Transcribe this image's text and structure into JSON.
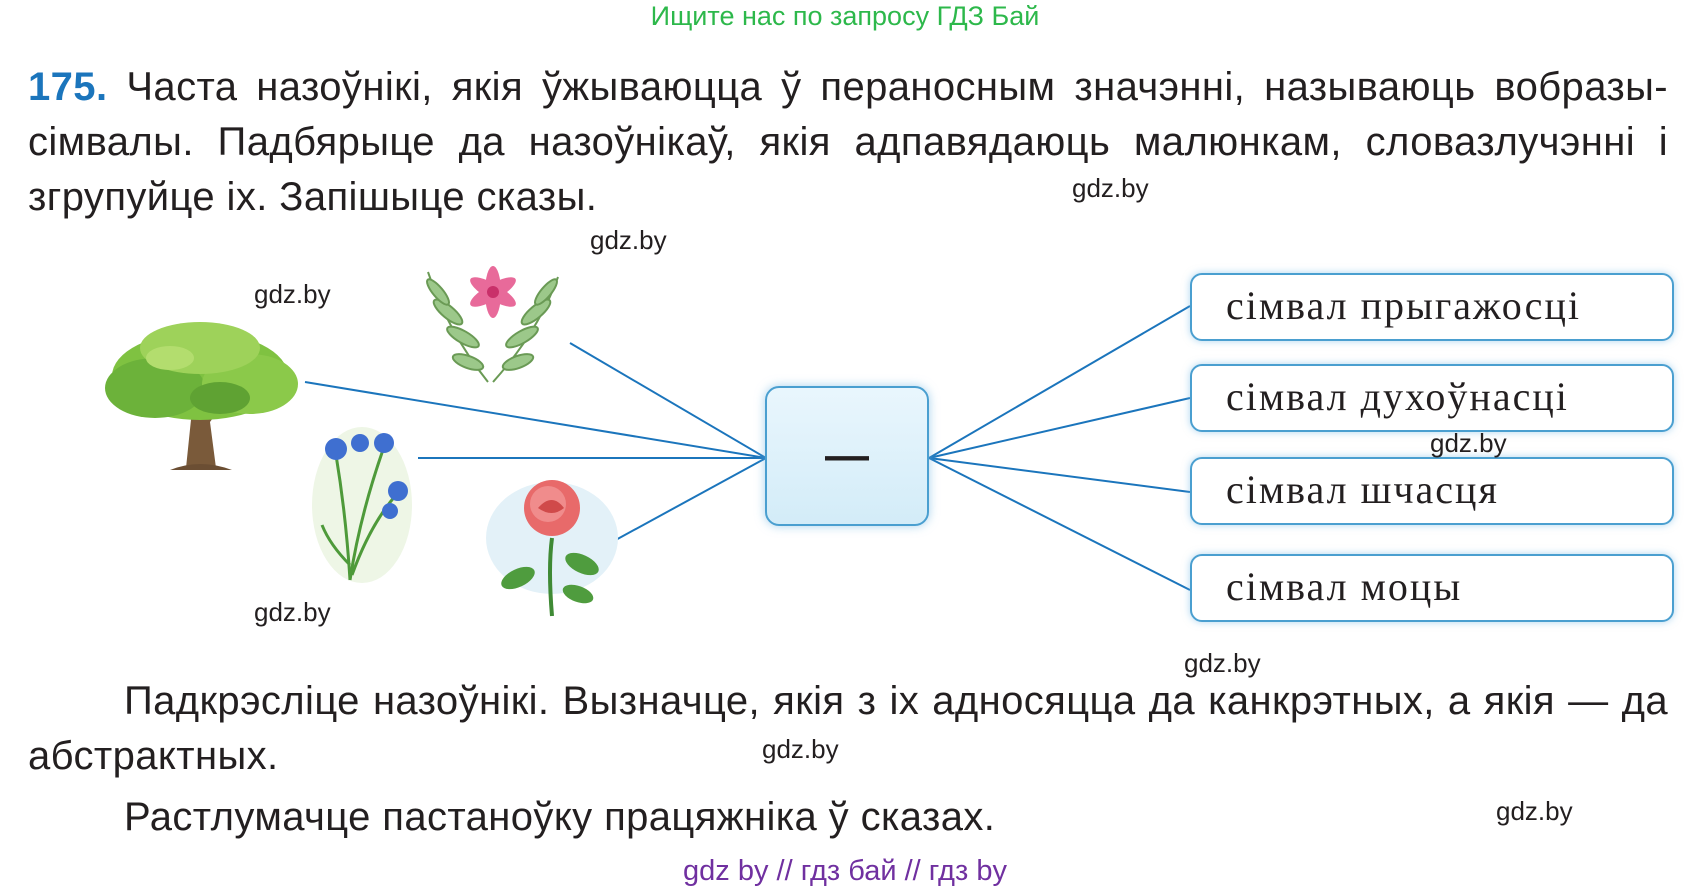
{
  "banner": "Ищите нас по запросу ГДЗ Бай",
  "exercise": {
    "number": "175.",
    "text": "Часта назоўнікі, якія ўжываюцца ў пераносным значэнні, называюць вобразы-сімвалы. Падбярыце да назоўнікаў, якія адпавядаюць малюнкам, словазлучэнні і згрупуйце іх. Запішыце сказы."
  },
  "diagram": {
    "center": "—",
    "symbols": [
      "сімвал прыгажосці",
      "сімвал духоўнасці",
      "сімвал шчасця",
      "сімвал моцы"
    ],
    "pictures": [
      "oak-tree",
      "fern-lily",
      "cornflower",
      "rose"
    ],
    "line_color": "#1b75bc"
  },
  "task2": {
    "line1": "Падкрэсліце назоўнікі. Вызначце, якія з іх адносяцца да канкрэтных,",
    "line2": "а якія — да абстрактных.",
    "line3": "Растлумачце пастаноўку працяжніка ў сказах."
  },
  "watermark": "gdz.by",
  "footer": "gdz by  //  гдз бай  //  гдз by"
}
